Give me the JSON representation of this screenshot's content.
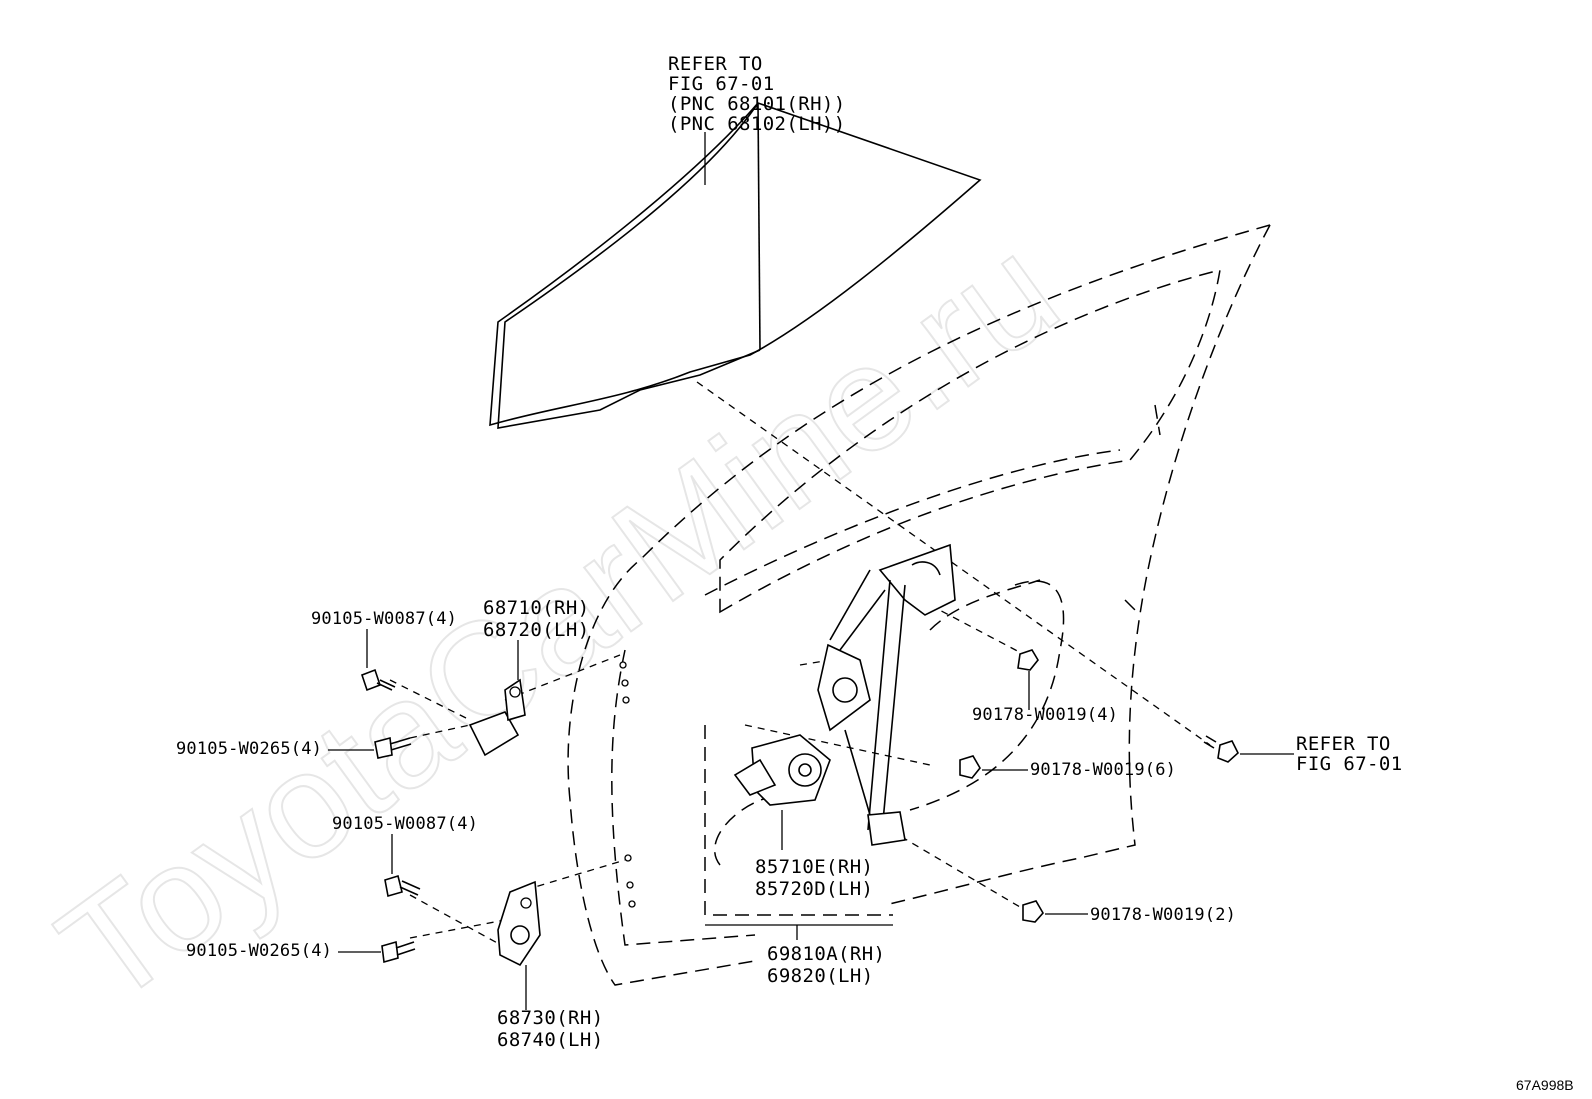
{
  "watermark": "ToyotaCarMine.ru",
  "figure_code": "67A998B",
  "labels": {
    "glass_ref": [
      "REFER TO",
      "FIG 67-01",
      "(PNC 68101(RH))",
      "(PNC 68102(LH))"
    ],
    "bolt_right_ref": [
      "REFER TO",
      "FIG 67-01"
    ],
    "upper_hinge": [
      "68710(RH)",
      "68720(LH)"
    ],
    "lower_hinge": [
      "68730(RH)",
      "68740(LH)"
    ],
    "bolt_upper_1": "90105-W0087(4)",
    "bolt_upper_2": "90105-W0265(4)",
    "bolt_lower_1": "90105-W0087(4)",
    "bolt_lower_2": "90105-W0265(4)",
    "nut_a": "90178-W0019(4)",
    "nut_b": "90178-W0019(6)",
    "nut_c": "90178-W0019(2)",
    "motor": [
      "85710E(RH)",
      "85720D(LH)"
    ],
    "regulator_assy": [
      "69810A(RH)",
      "69820(LH)"
    ]
  }
}
